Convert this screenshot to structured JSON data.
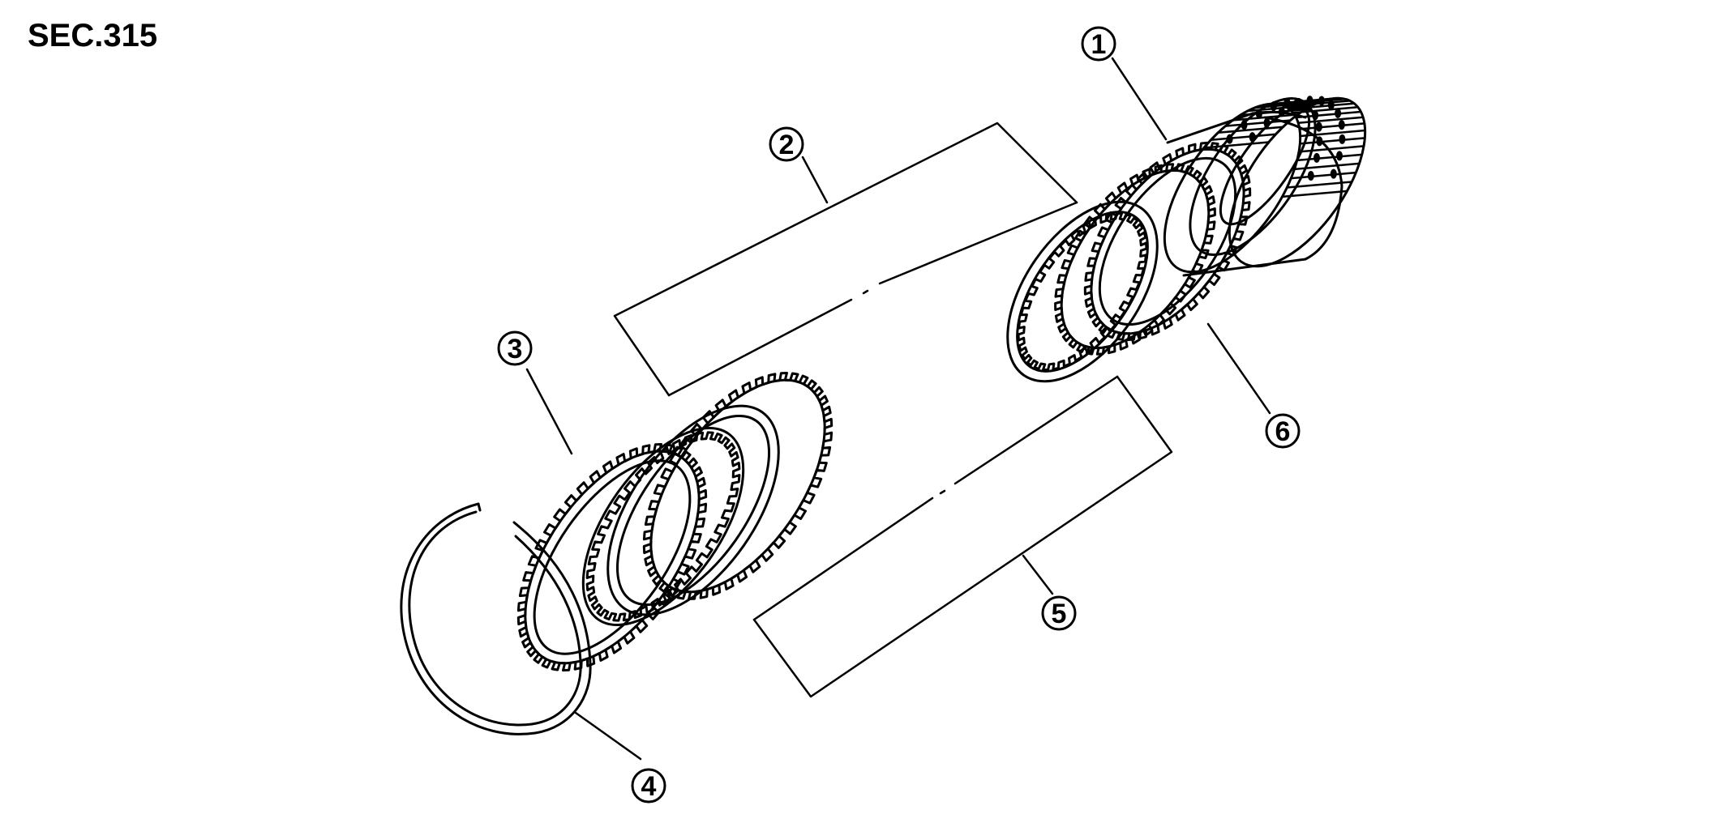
{
  "section_code": "SEC.315",
  "callouts": [
    {
      "id": "1",
      "label": "1"
    },
    {
      "id": "2",
      "label": "2"
    },
    {
      "id": "3",
      "label": "3"
    },
    {
      "id": "4",
      "label": "4"
    },
    {
      "id": "5",
      "label": "5"
    },
    {
      "id": "6",
      "label": "6"
    }
  ],
  "colors": {
    "line": "#000000",
    "background": "#ffffff"
  }
}
